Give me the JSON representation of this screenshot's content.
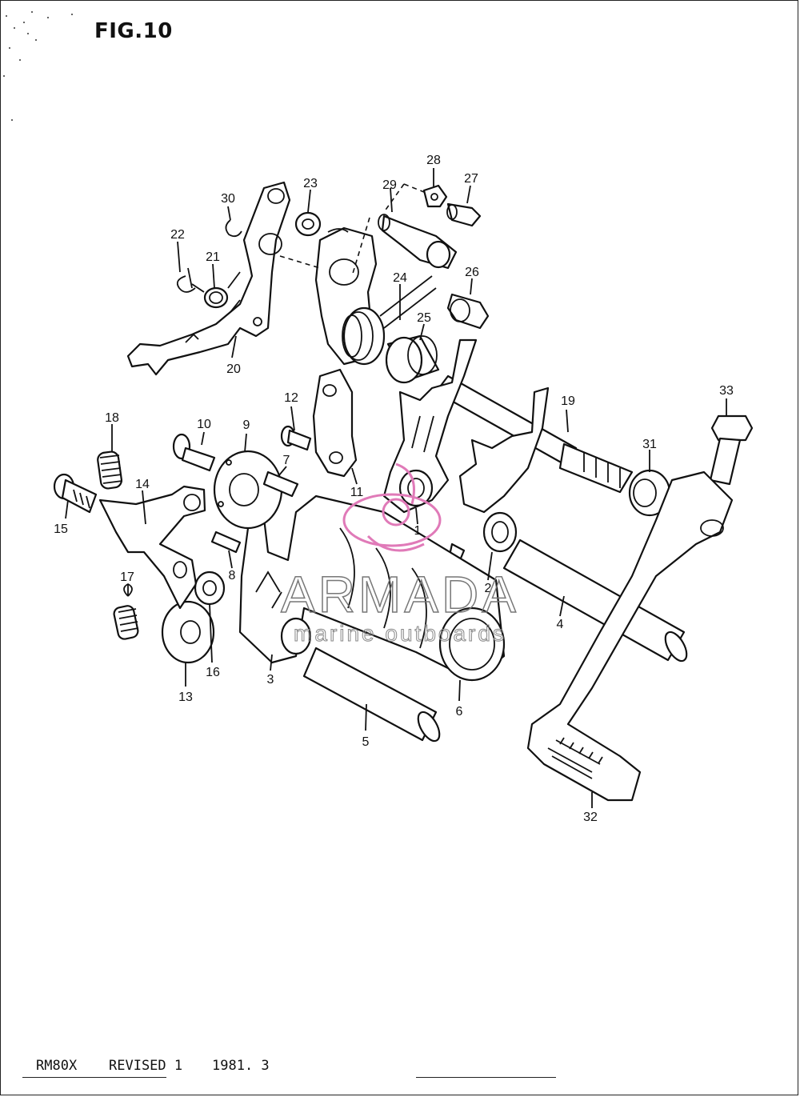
{
  "figure": {
    "title": "FIG.10"
  },
  "part_labels": [
    "1",
    "2",
    "3",
    "4",
    "5",
    "6",
    "7",
    "8",
    "9",
    "10",
    "11",
    "12",
    "13",
    "14",
    "15",
    "16",
    "17",
    "18",
    "19",
    "20",
    "21",
    "22",
    "23",
    "24",
    "25",
    "26",
    "27",
    "28",
    "29",
    "30",
    "31",
    "32",
    "33"
  ],
  "watermark": {
    "brand": "ARMADA",
    "tagline": "marine outboards",
    "color": "#e07ab8"
  },
  "footer": {
    "model": "RM80X",
    "revision": "REVISED 1",
    "date": "1981. 3"
  }
}
